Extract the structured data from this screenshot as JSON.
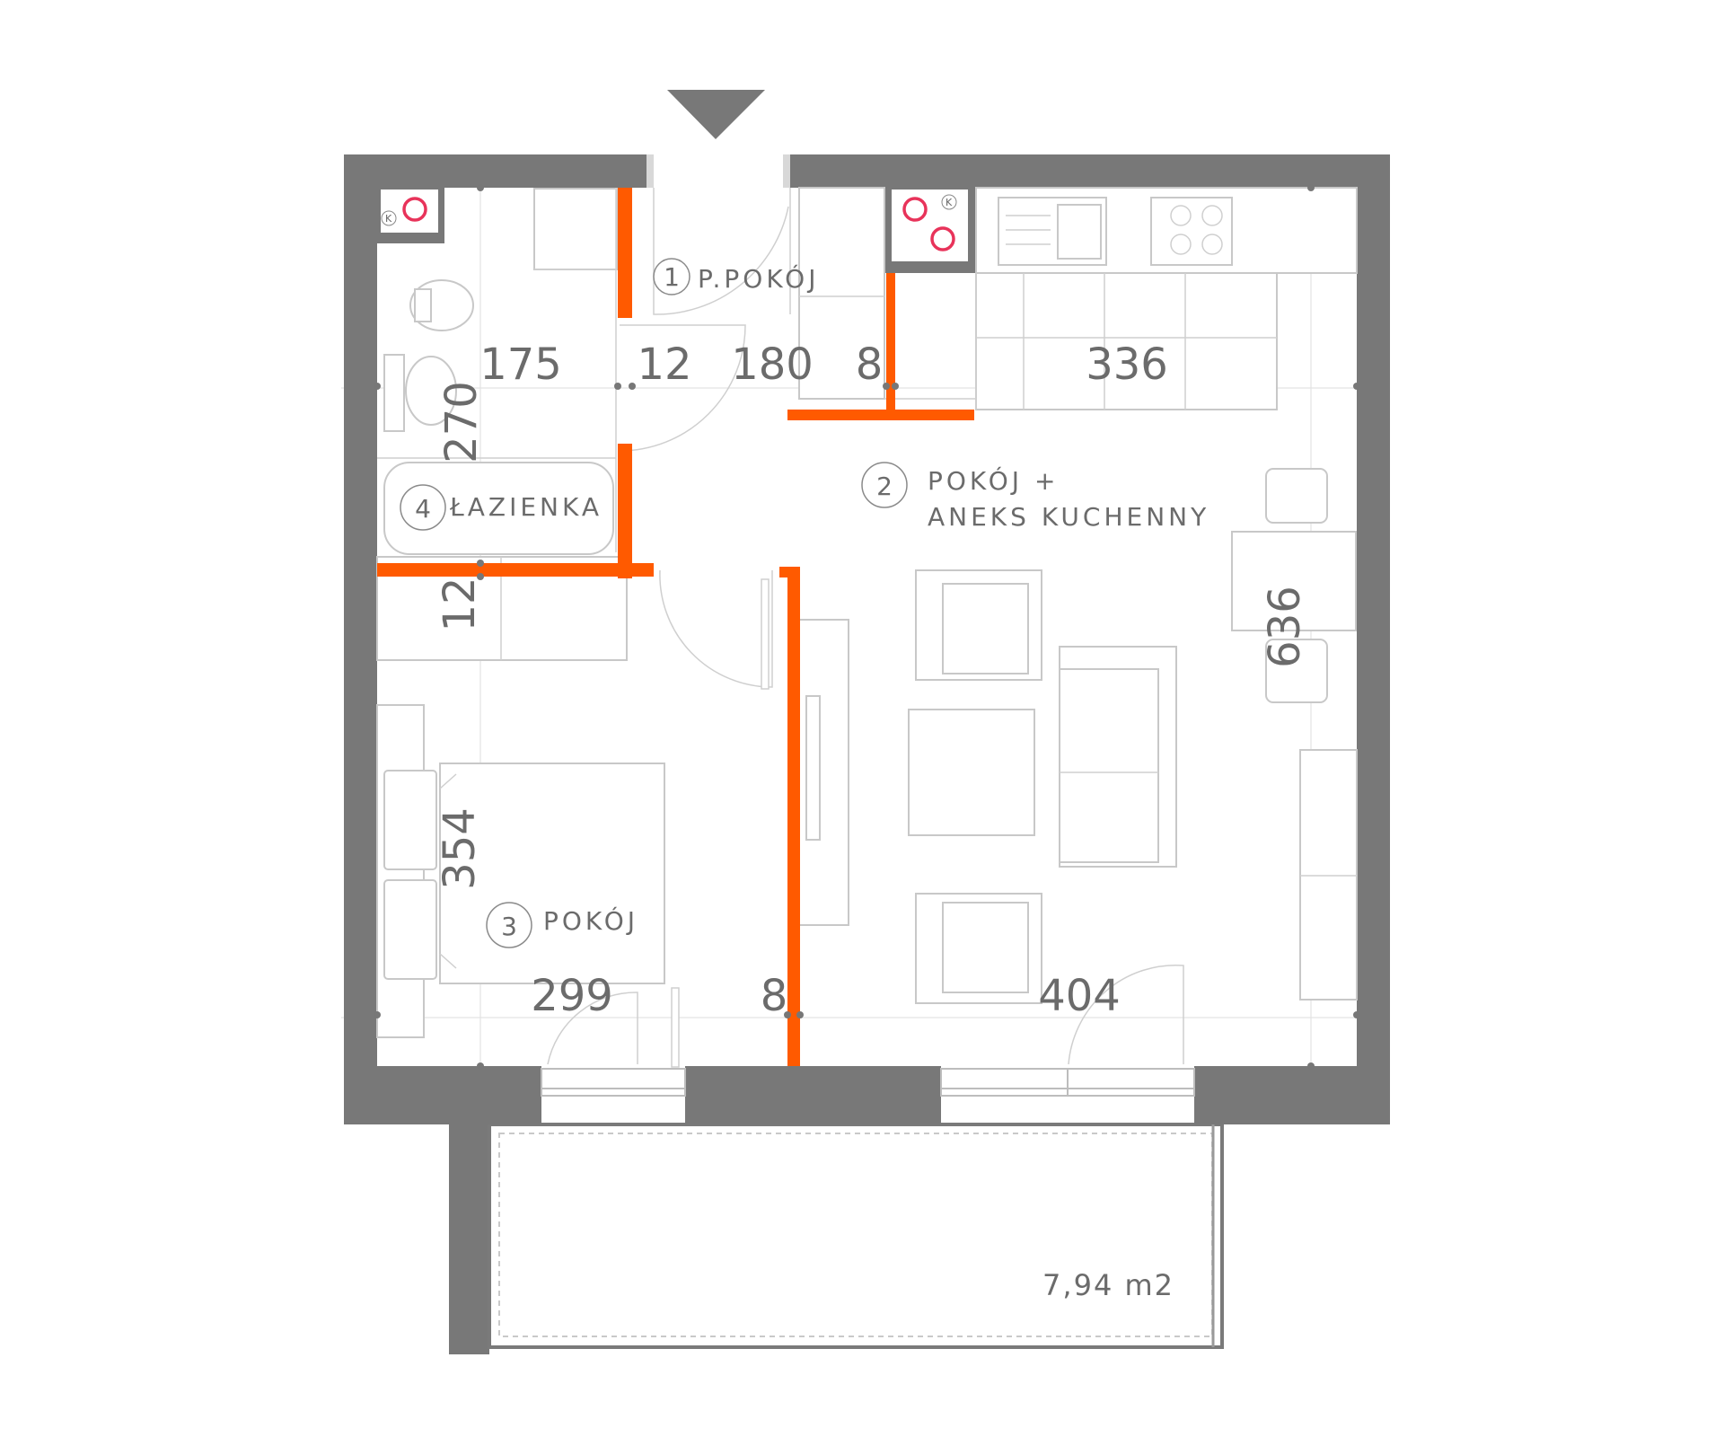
{
  "colors": {
    "wall": "#787878",
    "partition": "#ff5a00",
    "vent": "#e8335a",
    "text": "#6b6b6b"
  },
  "rooms": [
    {
      "number": "1",
      "name": "P.POKÓJ"
    },
    {
      "number": "2",
      "name_line1": "POKÓJ +",
      "name_line2": "ANEKS KUCHENNY"
    },
    {
      "number": "3",
      "name": "POKÓJ"
    },
    {
      "number": "4",
      "name": "ŁAZIENKA"
    }
  ],
  "dimensions": {
    "d175": "175",
    "d12_top": "12",
    "d180": "180",
    "d8_top": "8",
    "d336": "336",
    "d270": "270",
    "d12_side": "12",
    "d636": "636",
    "d354": "354",
    "d299": "299",
    "d8_bottom": "8",
    "d404": "404"
  },
  "balcony": {
    "area": "7,94 m2"
  },
  "icons": {
    "entrance": "entrance-triangle-icon",
    "ventilation": "ventilation-circle-icon"
  },
  "shaft_label": "K"
}
